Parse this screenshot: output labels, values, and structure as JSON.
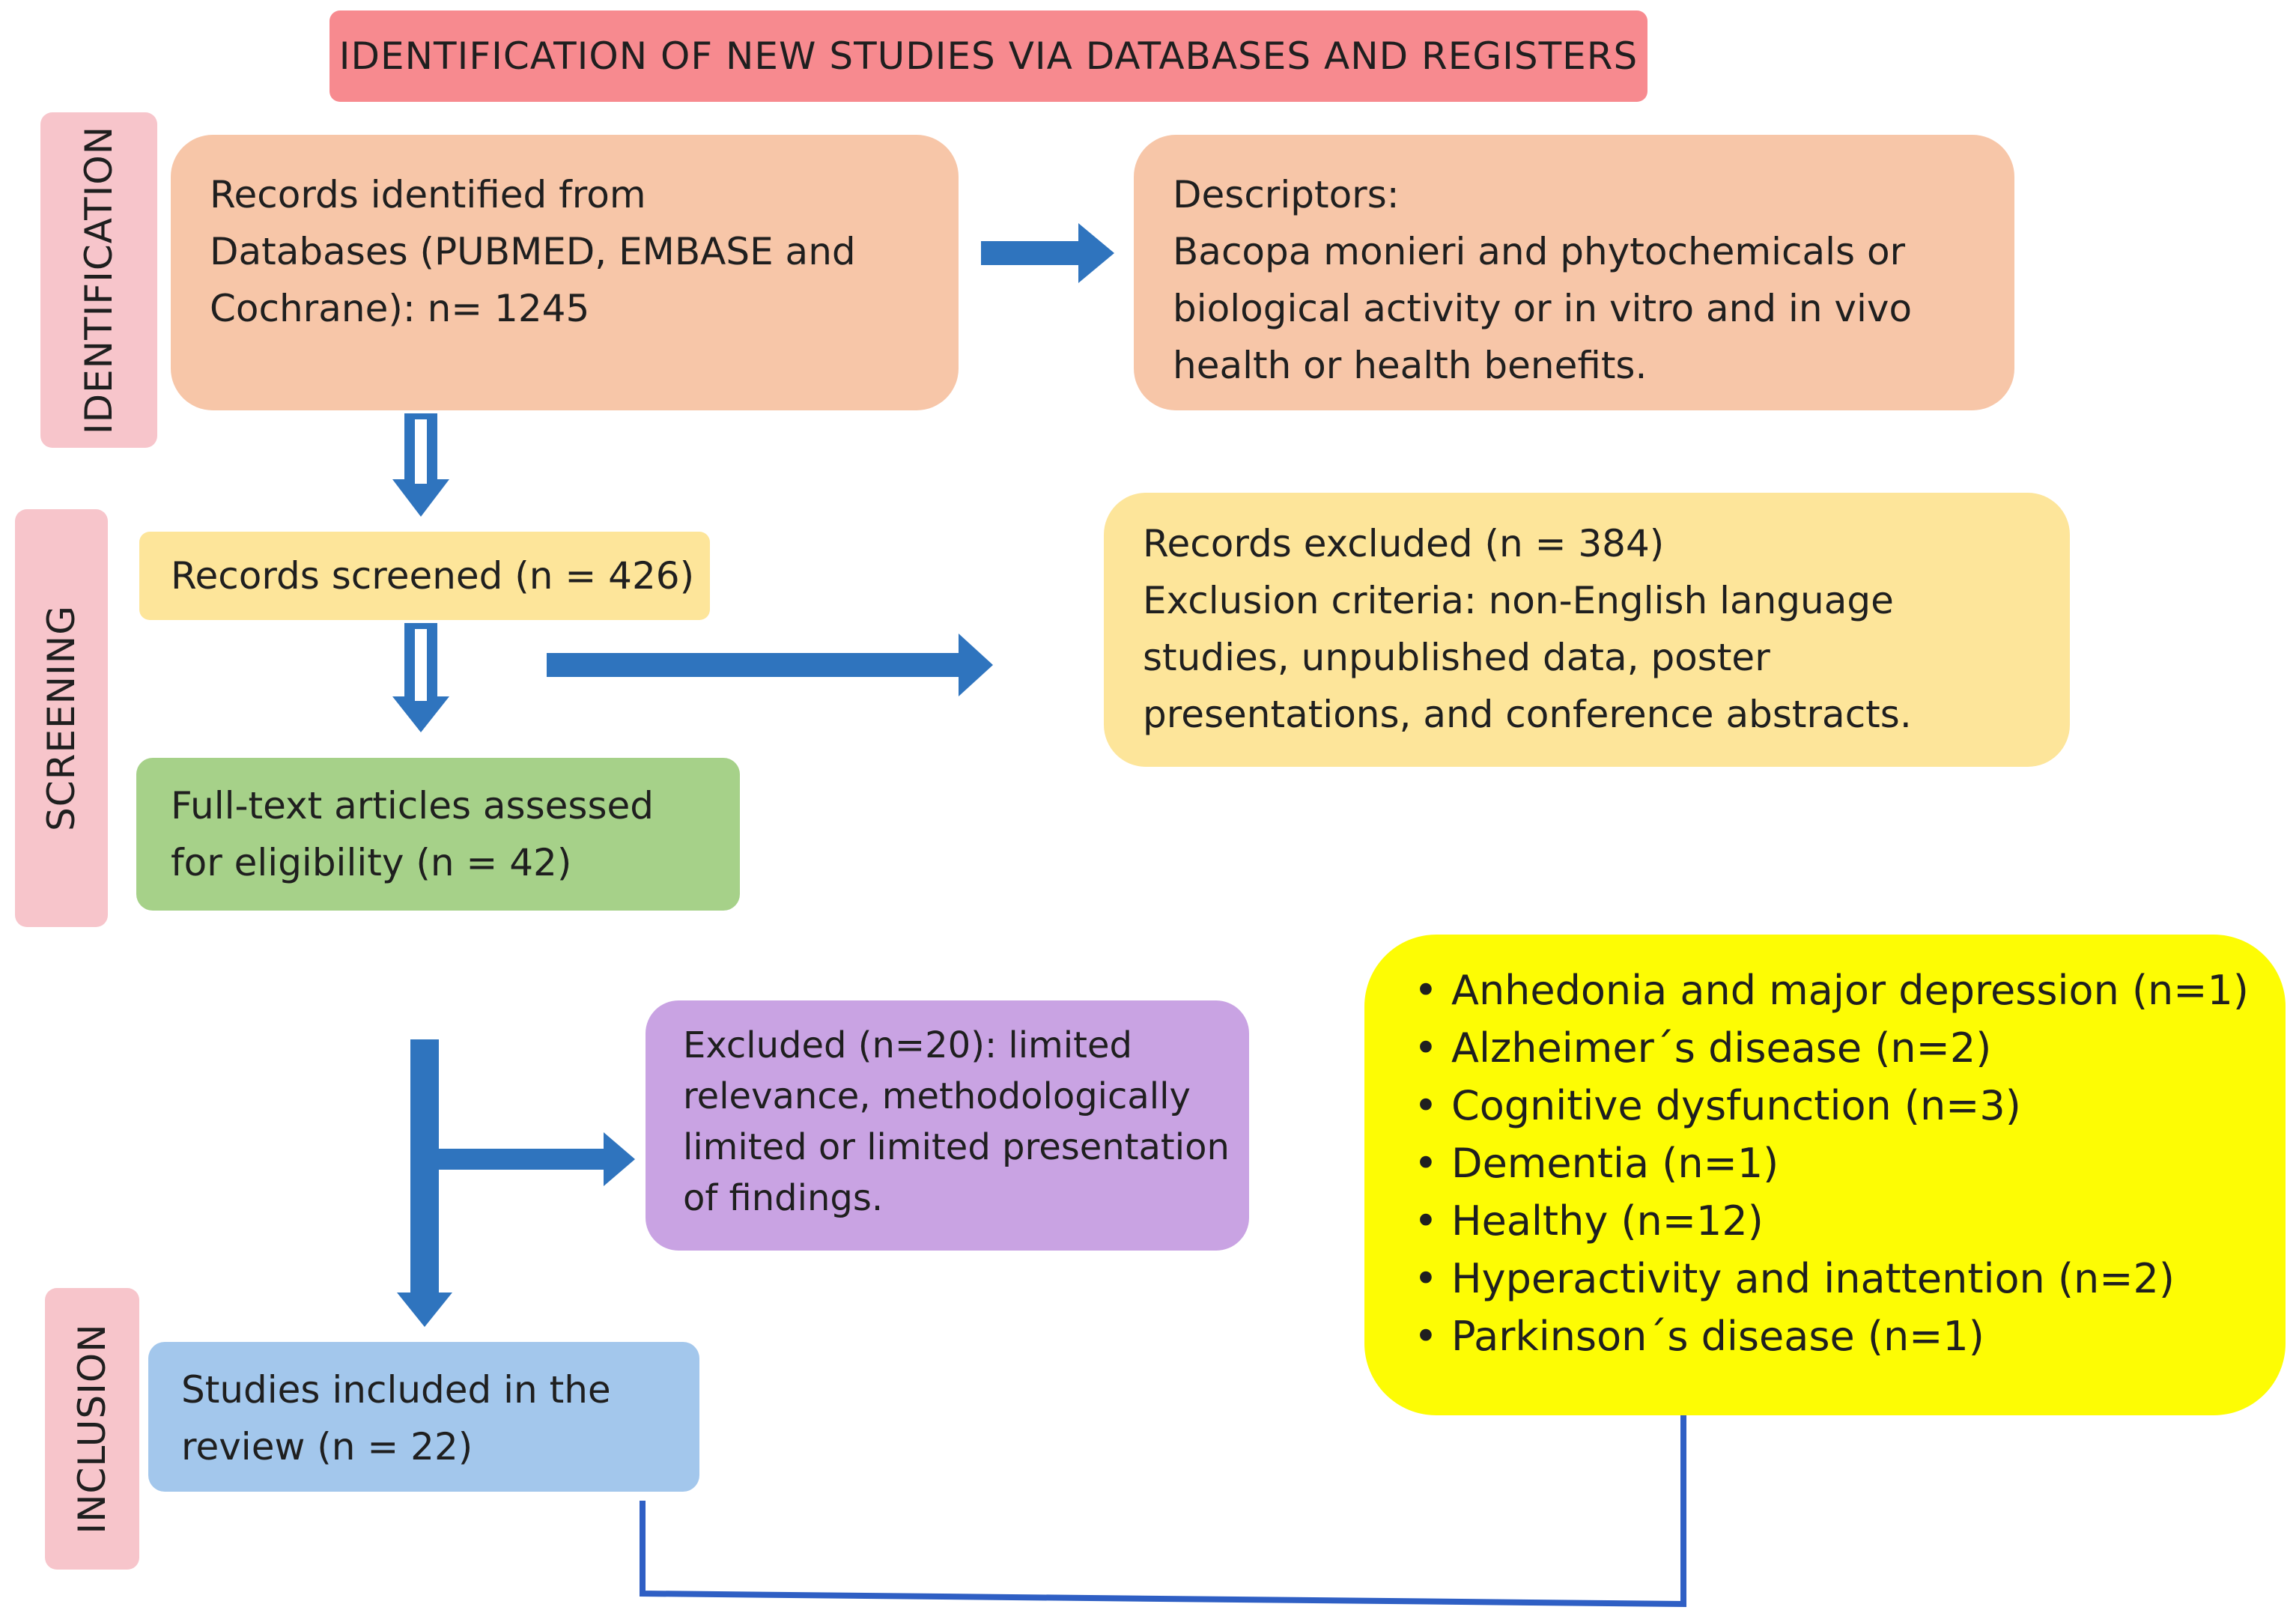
{
  "title": "IDENTIFICATION OF NEW STUDIES VIA DATABASES AND REGISTERS",
  "stages": {
    "identification": "IDENTIFICATION",
    "screening": "SCREENING",
    "inclusion": "INCLUSION"
  },
  "records_identified": [
    "Records identified from",
    " Databases (PUBMED, EMBASE and",
    "Cochrane): n= 1245"
  ],
  "descriptors": [
    "Descriptors:",
    "Bacopa monieri and phytochemicals or",
    "biological activity or in vitro and in vivo",
    "health or health benefits."
  ],
  "records_screened": "Records screened (n = 426)",
  "records_excluded": [
    "Records excluded (n = 384)",
    "Exclusion criteria: non-English language",
    "studies, unpublished data, poster",
    "presentations, and conference abstracts."
  ],
  "fulltext": [
    "Full-text articles assessed",
    "for eligibility (n = 42)"
  ],
  "excluded20": [
    "Excluded (n=20): limited",
    "relevance, methodologically",
    "limited or limited presentation",
    "of findings."
  ],
  "included": [
    "Studies included in  the",
    "review (n = 22)"
  ],
  "conditions": [
    "Anhedonia and major depression (n=1)",
    "Alzheimer´s disease (n=2)",
    "Cognitive dysfunction (n=3)",
    "Dementia  (n=1)",
    "Healthy  (n=12)",
    "Hyperactivity and inattention (n=2)",
    "Parkinson´s disease (n=1)"
  ],
  "colors": {
    "title": "#f78a8f",
    "stage": "#f7c5cb",
    "identification_box": "#f7c6a8",
    "screened_box": "#fde59a",
    "fulltext_box": "#a6d189",
    "excluded_box": "#c9a3e3",
    "included_box": "#a3c7ec",
    "conditions_box": "#fdfc04",
    "arrow": "#2f74be"
  }
}
